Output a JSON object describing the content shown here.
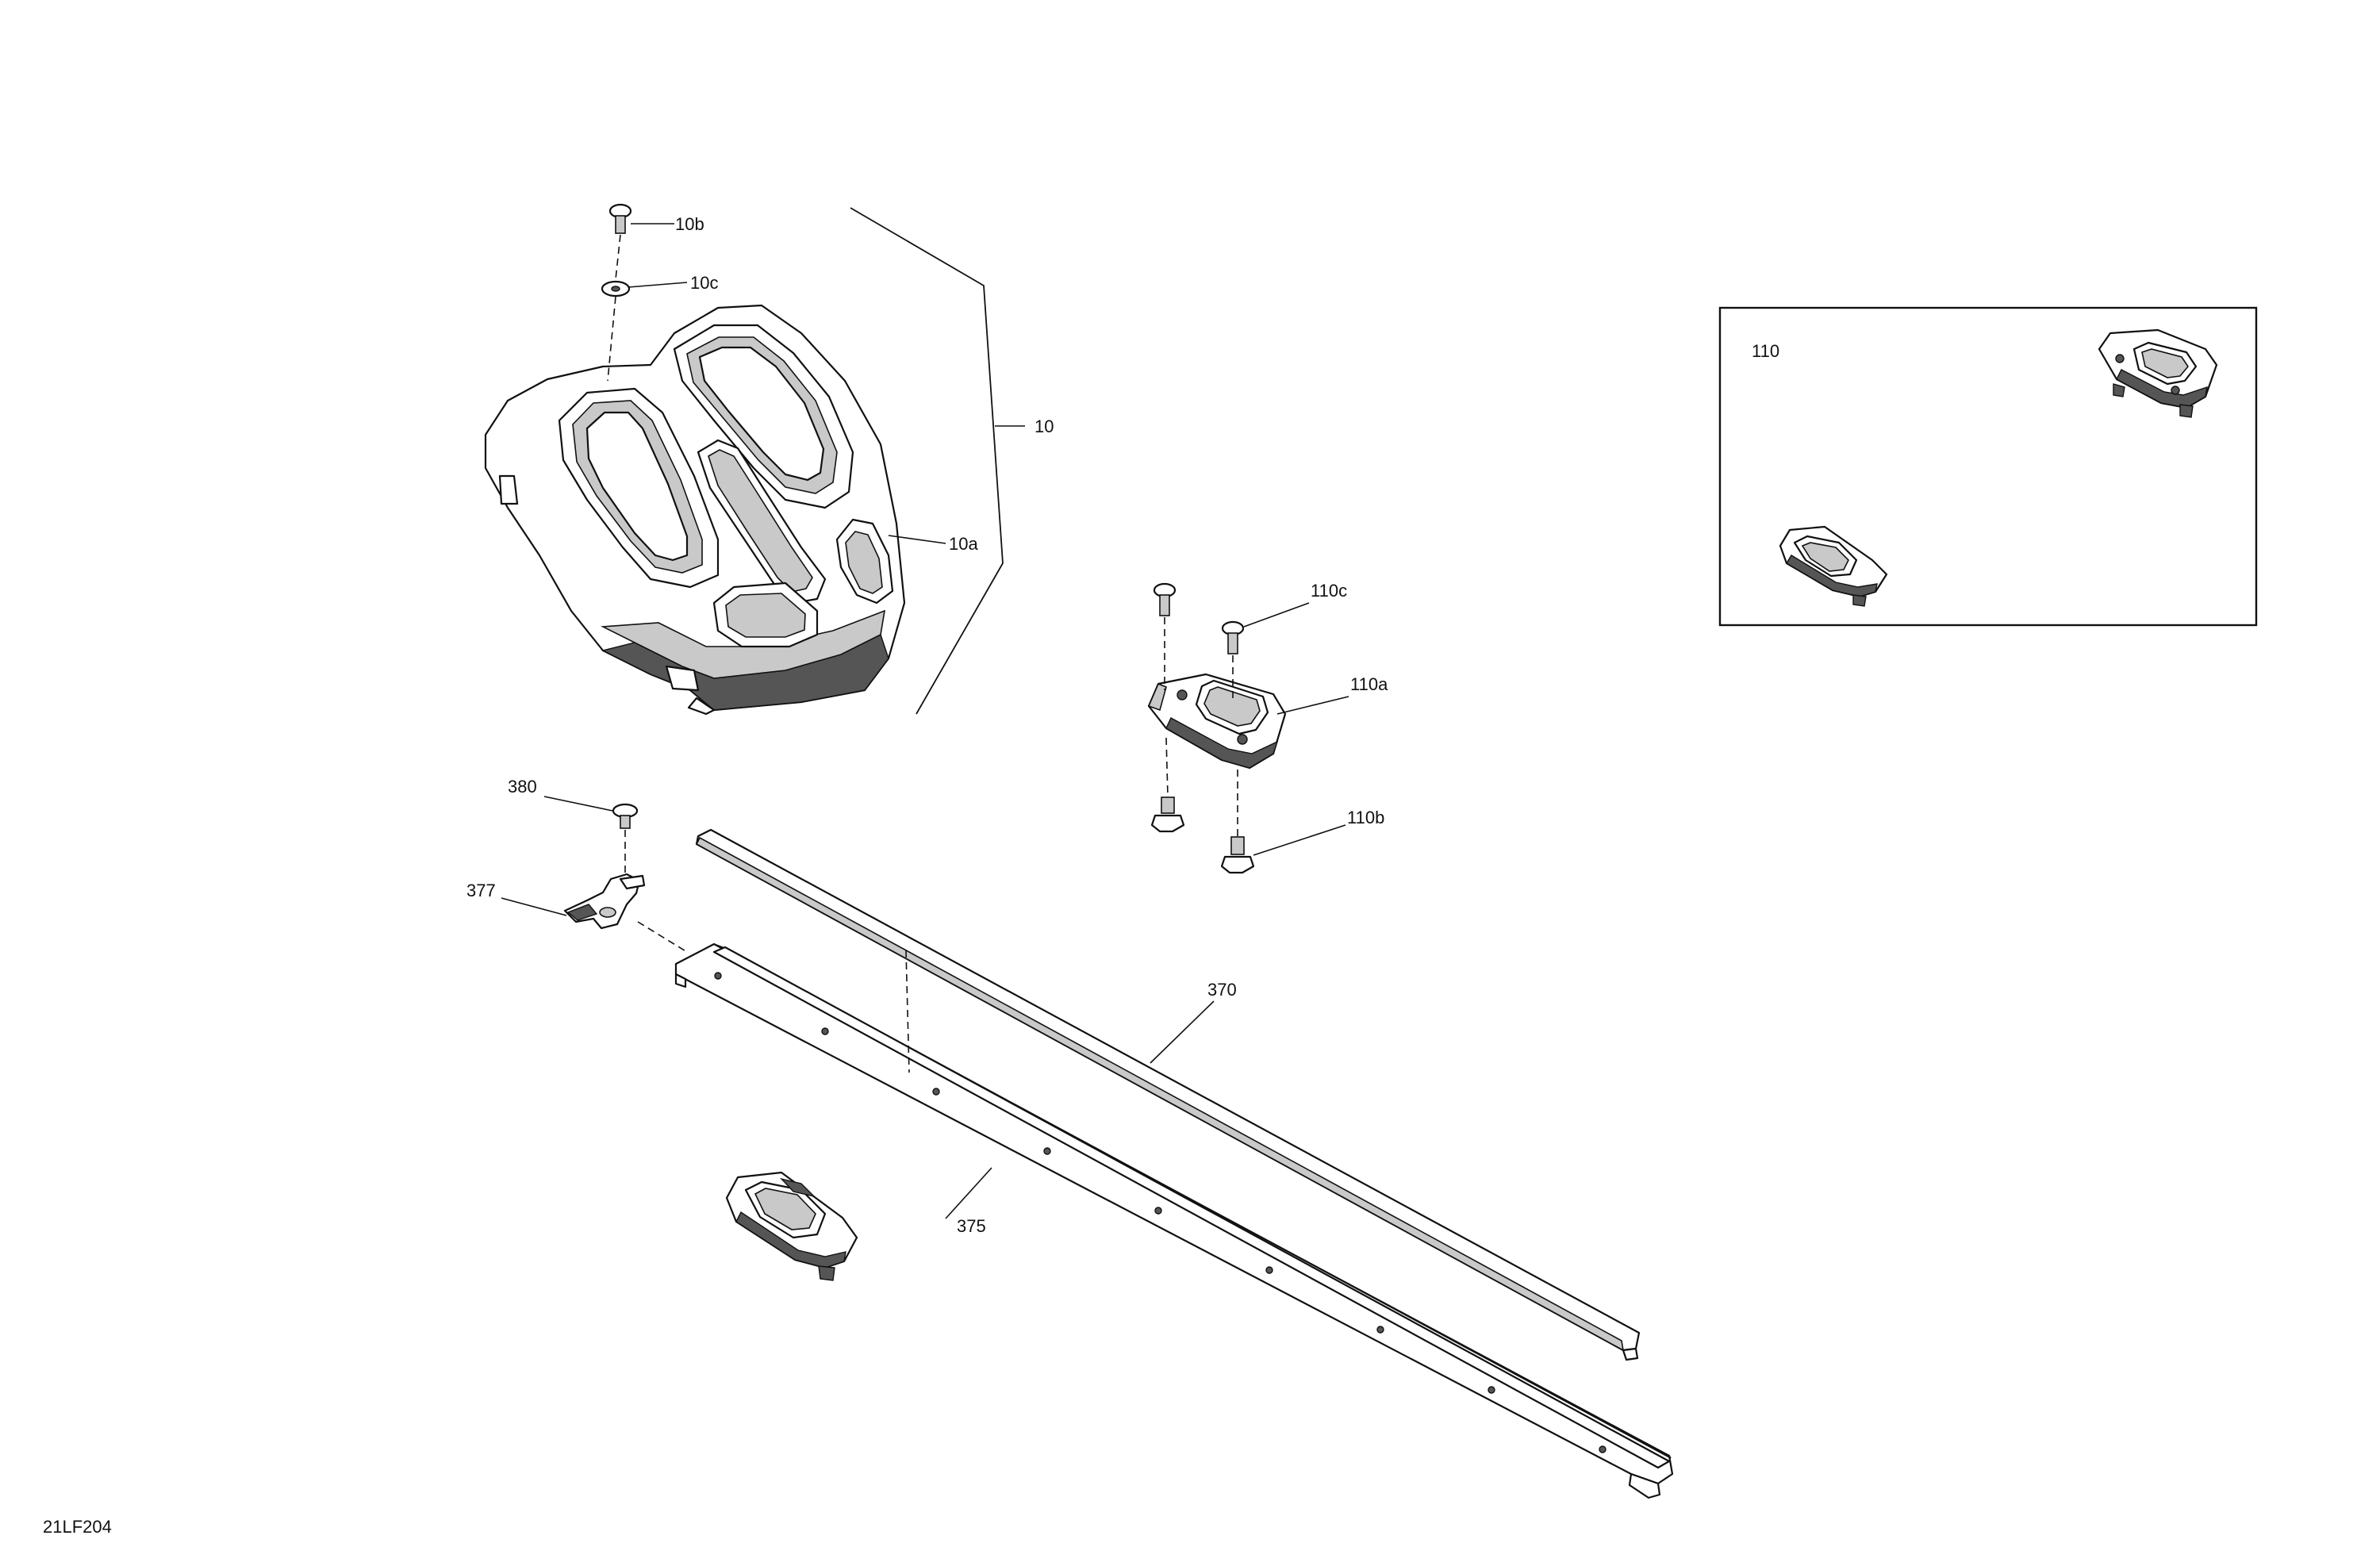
{
  "diagram": {
    "reference_code": "21LF204",
    "inset": {
      "label": "110"
    },
    "callouts": [
      {
        "id": "10",
        "label": "10"
      },
      {
        "id": "10a",
        "label": "10a"
      },
      {
        "id": "10b",
        "label": "10b"
      },
      {
        "id": "10c",
        "label": "10c"
      },
      {
        "id": "110a",
        "label": "110a"
      },
      {
        "id": "110b",
        "label": "110b"
      },
      {
        "id": "110c",
        "label": "110c"
      },
      {
        "id": "370",
        "label": "370"
      },
      {
        "id": "375",
        "label": "375"
      },
      {
        "id": "377",
        "label": "377"
      },
      {
        "id": "380",
        "label": "380"
      }
    ]
  }
}
